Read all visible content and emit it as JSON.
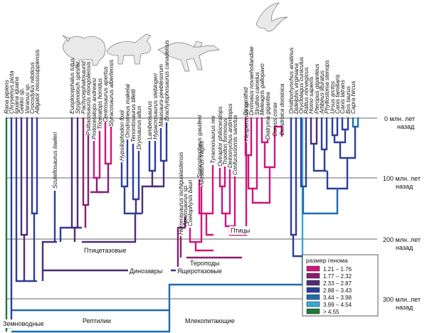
{
  "time_labels": [
    {
      "line1": "0 млн. лет",
      "line2": "назад"
    },
    {
      "line1": "100 млн. лет",
      "line2": "назад"
    },
    {
      "line1": "200 млн. лет",
      "line2": "назад"
    },
    {
      "line1": "300 млн. лет",
      "line2": "назад"
    }
  ],
  "groups": {
    "birds": "Птицы",
    "ornithischians": "Птицетазовые",
    "theropods": "Тероподы",
    "saurischians": "Ящеротазовые",
    "dinosaurs": "Динозавры",
    "reptiles": "Рептилии",
    "mammals": "Млекопитающие",
    "amphibians": "Земноводные"
  },
  "legend": {
    "title": "размер генома",
    "items": [
      {
        "range": "1.21 – 1.76",
        "color": "#d0147e"
      },
      {
        "range": "1.77 – 2.32",
        "color": "#86206f"
      },
      {
        "range": "2.33 – 2.87",
        "color": "#4c2c7a"
      },
      {
        "range": "2.88 – 3.43",
        "color": "#2d3c9e"
      },
      {
        "range": "3.44 – 3.98",
        "color": "#1d6bb0"
      },
      {
        "range": "3.99 – 4.54",
        "color": "#38a8d6"
      },
      {
        "range": "> 4.55",
        "color": "#1e7a3a"
      }
    ]
  },
  "taxa": [
    "Rana pipiens",
    "Chrysemys picta",
    "Iguana iguana",
    "Gekko sp.",
    "Varanus sp.",
    "Crocodylus niloticus",
    "Alligator mississippiensis",
    "Scutellosaurus lawleri",
    "Euoplocephalus tutus",
    "Stygimoloch spinifer",
    "Pachycephalosaurid",
    "Psittacosaurus mongoliensis",
    "Protoceratops andrewsi",
    "Triceratops horridus",
    "Centrosaurus apertus",
    "Styracosaurus albertensis",
    "Hypsilophodon foxii",
    "Orodromeus makelai",
    "Tenontosaurus tilletti",
    "Dryosaurus altus",
    "Lambeosaurus",
    "Hypacrosaurus stebingeri",
    "Maiasaura peeblesorum",
    "Brachylophosaurus canadensis",
    "Apatosaurus sp.",
    "Herrerasaurus ischigualastensis",
    "Coelophysis bauri",
    "Spinostropheus gaudeni",
    "Allosaurus fragilis",
    "Tyrannosaurus rex",
    "Oviraptor philoceratops",
    "Troodon formosus",
    "Deinonychus antirrhopus",
    "Confuciusornis sanctus",
    "Hesperornis sp.",
    "Dinornithid",
    "Dromaius novaehollandiae",
    "Struthio camelus",
    "Meleagris gallopavo",
    "Diatryma gigantea",
    "Corvus corax",
    "Dendroica dominica",
    "Ornithorhynchus anatinus",
    "Didelphis virginiana",
    "Oryctolagus cuniculus",
    "Rattus norvegicus",
    "Homo sapiens",
    "Pteropus giganteus",
    "Artibeus lituratus",
    "Phyllostoma stenops",
    "Ursus arctos",
    "Canis familiaris",
    "Canis latrans",
    "Bos taurus",
    "Capra hircus"
  ]
}
